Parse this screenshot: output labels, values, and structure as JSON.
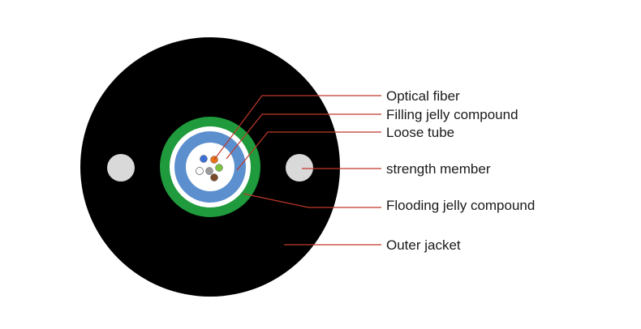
{
  "diagram": {
    "subject": "Optical cable cross-section",
    "components": [
      {
        "id": "optical-fiber",
        "label": "Optical fiber"
      },
      {
        "id": "filling-jelly-compound",
        "label": "Filling jelly compound"
      },
      {
        "id": "loose-tube",
        "label": "Loose tube"
      },
      {
        "id": "strength-member",
        "label": "strength member"
      },
      {
        "id": "flooding-jelly-compound",
        "label": "Flooding jelly compound"
      },
      {
        "id": "outer-jacket",
        "label": "Outer jacket"
      }
    ],
    "colors": {
      "outer_jacket": "#000000",
      "strength_member": "#d9d9d9",
      "armor_ring": "#1f9a3c",
      "flooding_layer": "#ffffff",
      "loose_tube": "#5b8fce",
      "filling_jelly": "#ffffff",
      "leader_line": "#c0392b",
      "fiber_colors": [
        "#3b6fd4",
        "#e8731a",
        "#7cc242",
        "#7a4a2a",
        "#9a9a9a",
        "#ffffff"
      ]
    }
  }
}
